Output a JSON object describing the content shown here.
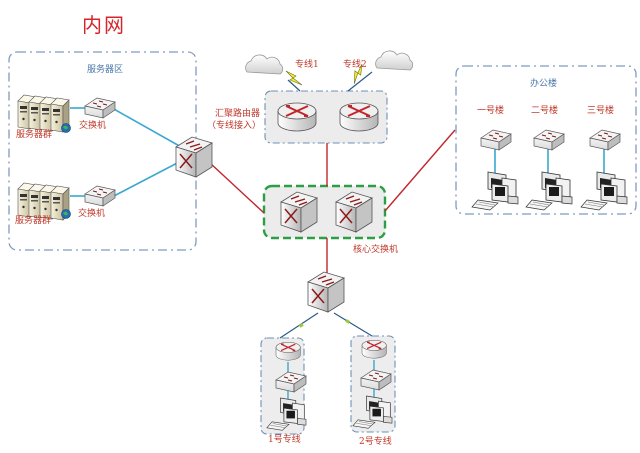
{
  "title": "内网",
  "server_zone": {
    "title": "服务器区",
    "groups": [
      {
        "server_label": "服务器群",
        "switch_label": "交换机"
      },
      {
        "server_label": "服务器群",
        "switch_label": "交换机"
      }
    ]
  },
  "aggregation": {
    "label_line1": "汇聚路由器",
    "label_line2": "（专线接入）",
    "lines": [
      "专线1",
      "专线2"
    ]
  },
  "core": {
    "label": "核心交换机"
  },
  "office": {
    "title": "办公楼",
    "buildings": [
      "一号楼",
      "二号楼",
      "三号楼"
    ]
  },
  "branches": [
    {
      "label": "1号专线"
    },
    {
      "label": "2号专线"
    }
  ],
  "colors": {
    "title": "#d4262c",
    "label_red": "#c0392b",
    "label_blue": "#4a78a8",
    "link_red": "#c0272d",
    "link_cyan": "#3aa8d0",
    "zone_border": "#7f9cc0",
    "core_border": "#2e9e44",
    "wan_link": "#2c5a8a"
  }
}
